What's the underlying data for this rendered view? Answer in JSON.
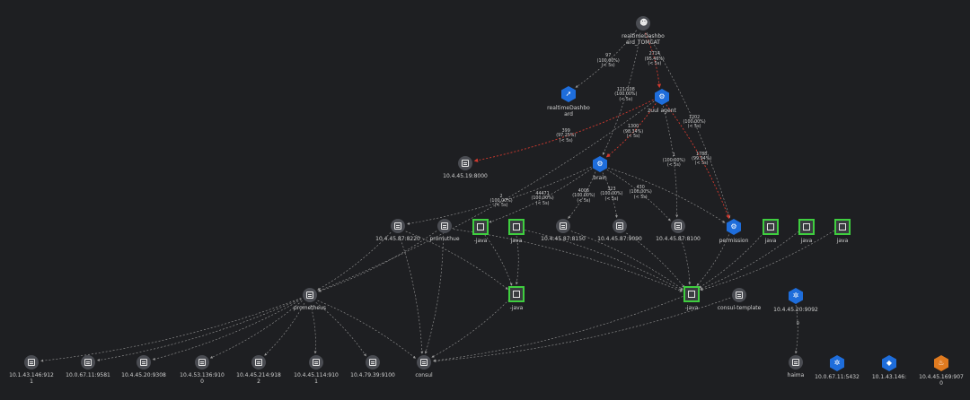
{
  "nodes": [
    {
      "id": "tomcat",
      "label": "realtimeDashbo\nard_TOMCAT",
      "kind": "user",
      "color": "#4a4c52"
    },
    {
      "id": "rtd",
      "label": "realtimeDashbo\nard",
      "kind": "hex-blue",
      "glyph": "arrow-icon"
    },
    {
      "id": "zuul",
      "label": "zuul agent",
      "kind": "hex-blue",
      "glyph": "gear-icon"
    },
    {
      "id": "n19",
      "label": "10.4.45.19:8000",
      "kind": "gray"
    },
    {
      "id": "brain",
      "label": "brain",
      "kind": "hex-blue",
      "glyph": "gear-icon"
    },
    {
      "id": "n8220",
      "label": "10.4.45.87:8220",
      "kind": "gray"
    },
    {
      "id": "promuthue",
      "label": "promuthue",
      "kind": "gray"
    },
    {
      "id": "java1",
      "label": "-java",
      "kind": "framed"
    },
    {
      "id": "java2",
      "label": "java",
      "kind": "framed"
    },
    {
      "id": "n8150",
      "label": "10.4.45.87:8150",
      "kind": "gray"
    },
    {
      "id": "n9090",
      "label": "10.4.45.87:9090",
      "kind": "gray"
    },
    {
      "id": "n8100",
      "label": "10.4.45.87:8100",
      "kind": "gray"
    },
    {
      "id": "permission",
      "label": "permission",
      "kind": "hex-blue",
      "glyph": "gear-icon"
    },
    {
      "id": "java3",
      "label": "java",
      "kind": "framed"
    },
    {
      "id": "java4",
      "label": "java",
      "kind": "framed"
    },
    {
      "id": "java5",
      "label": "java",
      "kind": "framed"
    },
    {
      "id": "prometheus",
      "label": "prometheus",
      "kind": "gray"
    },
    {
      "id": "javaA",
      "label": "-java",
      "kind": "framed"
    },
    {
      "id": "javaB",
      "label": "-java",
      "kind": "framed"
    },
    {
      "id": "consultpl",
      "label": "consul-template",
      "kind": "gray"
    },
    {
      "id": "n9092",
      "label": "10.4.45.20:9092",
      "kind": "hex-blue",
      "glyph": "kafka-icon"
    },
    {
      "id": "b1",
      "label": "10.1.43.146:912\n1",
      "kind": "gray"
    },
    {
      "id": "b2",
      "label": "10.0.67.11:9581",
      "kind": "gray"
    },
    {
      "id": "b3",
      "label": "10.4.45.20:9308",
      "kind": "gray"
    },
    {
      "id": "b4",
      "label": "10.4.53.136:910\n0",
      "kind": "gray"
    },
    {
      "id": "b5",
      "label": "10.4.45.214:918\n2",
      "kind": "gray"
    },
    {
      "id": "b6",
      "label": "10.4.45.114:910\n1",
      "kind": "gray"
    },
    {
      "id": "b7",
      "label": "10.4.79.39:9100",
      "kind": "gray"
    },
    {
      "id": "consul",
      "label": "consul",
      "kind": "gray"
    },
    {
      "id": "haima",
      "label": "haima",
      "kind": "gray"
    },
    {
      "id": "n5432",
      "label": "10.0.67.11:5432",
      "kind": "hex-blue",
      "glyph": "kafka-icon"
    },
    {
      "id": "n146",
      "label": "10.1.43.146:",
      "kind": "hex-blue",
      "glyph": "cube-icon"
    },
    {
      "id": "n907",
      "label": "10.4.45.169:907\n0",
      "kind": "hex-orange",
      "glyph": "flame-icon"
    }
  ],
  "edges": [
    {
      "from": "tomcat",
      "to": "rtd",
      "label": "97\n(100.00%)\n(< 5s)",
      "color": "gray"
    },
    {
      "from": "tomcat",
      "to": "zuul",
      "label": "2714\n(95.46%)\n(< 5s)",
      "color": "red"
    },
    {
      "from": "tomcat",
      "to": "brain",
      "label": "121/108\n(100.00%)\n(< 5s)",
      "color": "gray"
    },
    {
      "from": "tomcat",
      "to": "permission",
      "label": "1202\n(100.00%)\n(< 5s)",
      "color": "gray"
    },
    {
      "from": "zuul",
      "to": "n19",
      "label": "399\n(97.25%)\n(< 5s)",
      "color": "red"
    },
    {
      "from": "zuul",
      "to": "brain",
      "label": "1300\n(98.34%)\n(< 5s)",
      "color": "red"
    },
    {
      "from": "zuul",
      "to": "n8100",
      "label": "1\n(100.00%)\n(< 5s)",
      "color": "gray"
    },
    {
      "from": "zuul",
      "to": "permission",
      "label": "1788\n(99.94%)\n(< 5s)",
      "color": "red"
    },
    {
      "from": "zuul",
      "to": "prometheus",
      "label": "",
      "color": "gray"
    },
    {
      "from": "brain",
      "to": "n8220",
      "label": "2\n(100.00%)\n(< 5s)",
      "color": "gray"
    },
    {
      "from": "brain",
      "to": "java1",
      "label": "44471\n(100.00%)\n(< 5s)",
      "color": "gray"
    },
    {
      "from": "brain",
      "to": "n8150",
      "label": "4006\n(100.00%)\n(< 5s)",
      "color": "gray"
    },
    {
      "from": "brain",
      "to": "n9090",
      "label": "323\n(100.00%)\n(< 5s)",
      "color": "gray"
    },
    {
      "from": "brain",
      "to": "n8100",
      "label": "430\n(100.00%)\n(< 5s)",
      "color": "gray"
    },
    {
      "from": "brain",
      "to": "permission",
      "label": "",
      "color": "gray"
    },
    {
      "from": "n8220",
      "to": "prometheus",
      "label": "",
      "color": "gray"
    },
    {
      "from": "n8220",
      "to": "consul",
      "label": "",
      "color": "gray"
    },
    {
      "from": "n8220",
      "to": "javaA",
      "label": "",
      "color": "gray"
    },
    {
      "from": "promuthue",
      "to": "prometheus",
      "label": "",
      "color": "gray"
    },
    {
      "from": "promuthue",
      "to": "consul",
      "label": "",
      "color": "gray"
    },
    {
      "from": "promuthue",
      "to": "javaB",
      "label": "",
      "color": "gray"
    },
    {
      "from": "java1",
      "to": "javaA",
      "label": "",
      "color": "gray"
    },
    {
      "from": "java2",
      "to": "javaA",
      "label": "",
      "color": "gray"
    },
    {
      "from": "java2",
      "to": "javaB",
      "label": "",
      "color": "gray"
    },
    {
      "from": "n8150",
      "to": "javaB",
      "label": "",
      "color": "gray"
    },
    {
      "from": "n9090",
      "to": "javaB",
      "label": "",
      "color": "gray"
    },
    {
      "from": "n8100",
      "to": "javaB",
      "label": "",
      "color": "gray"
    },
    {
      "from": "permission",
      "to": "javaB",
      "label": "",
      "color": "gray"
    },
    {
      "from": "java3",
      "to": "javaB",
      "label": "",
      "color": "gray"
    },
    {
      "from": "java4",
      "to": "javaB",
      "label": "",
      "color": "gray"
    },
    {
      "from": "java5",
      "to": "javaB",
      "label": "",
      "color": "gray"
    },
    {
      "from": "prometheus",
      "to": "b1",
      "label": "",
      "color": "gray"
    },
    {
      "from": "prometheus",
      "to": "b2",
      "label": "",
      "color": "gray"
    },
    {
      "from": "prometheus",
      "to": "b3",
      "label": "",
      "color": "gray"
    },
    {
      "from": "prometheus",
      "to": "b4",
      "label": "",
      "color": "gray"
    },
    {
      "from": "prometheus",
      "to": "b5",
      "label": "",
      "color": "gray"
    },
    {
      "from": "prometheus",
      "to": "b6",
      "label": "",
      "color": "gray"
    },
    {
      "from": "prometheus",
      "to": "b7",
      "label": "",
      "color": "gray"
    },
    {
      "from": "prometheus",
      "to": "consul",
      "label": "",
      "color": "gray"
    },
    {
      "from": "javaA",
      "to": "consul",
      "label": "",
      "color": "gray"
    },
    {
      "from": "javaB",
      "to": "consul",
      "label": "",
      "color": "gray"
    },
    {
      "from": "consultpl",
      "to": "consul",
      "label": "",
      "color": "gray"
    },
    {
      "from": "n9092",
      "to": "haima",
      "label": "0",
      "color": "gray"
    }
  ],
  "colors": {
    "background": "#1e1f22",
    "edge_gray": "#9a9a9a",
    "edge_red": "#d23a2f",
    "frame_green": "#3fce3f",
    "hex_blue": "#1e6ddb",
    "hex_orange": "#e07a1f"
  }
}
